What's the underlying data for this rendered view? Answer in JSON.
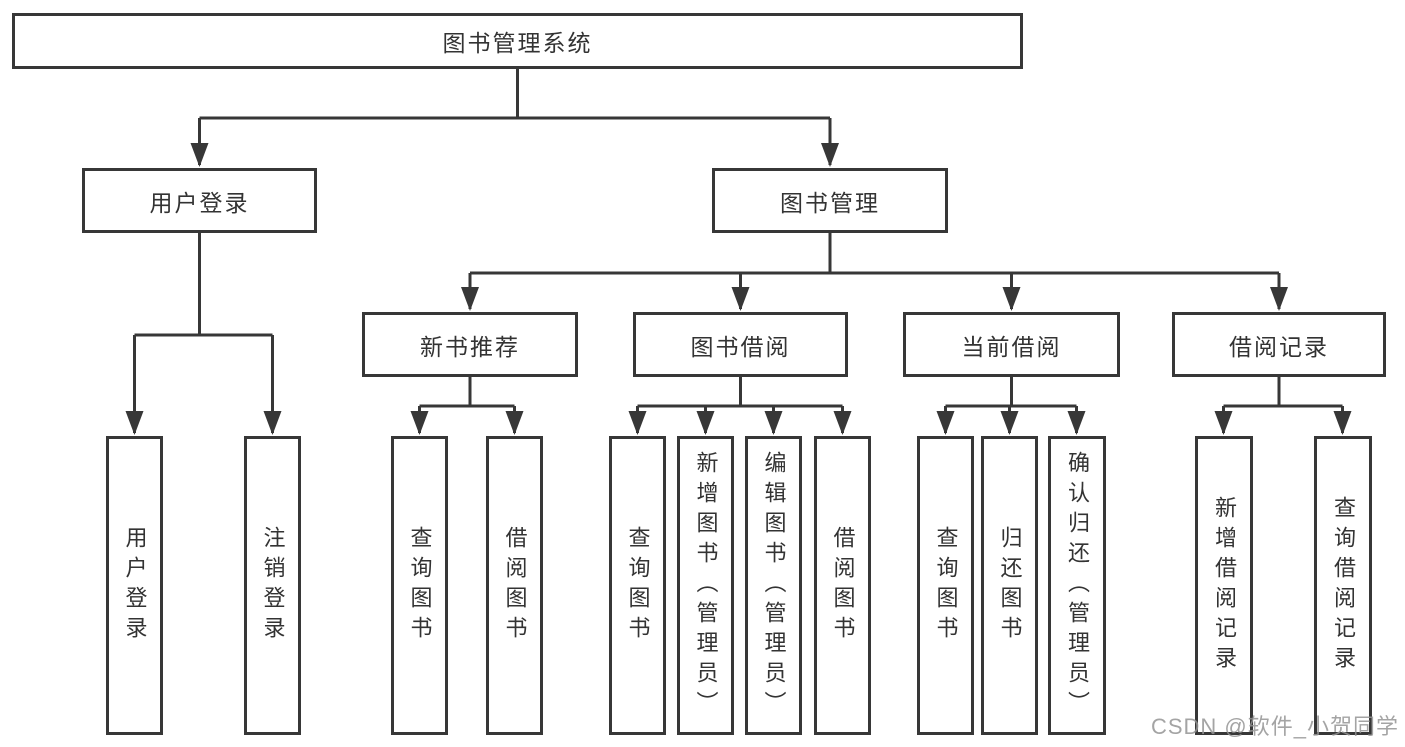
{
  "colors": {
    "line": "#373737",
    "text": "#333333",
    "watermark": "#949494",
    "background": "#ffffff"
  },
  "watermark": {
    "text": "CSDN @软件_小贺同学"
  },
  "tree": {
    "root": "图书管理系统",
    "branches": [
      {
        "label": "用户登录",
        "children": [
          "用户登录",
          "注销登录"
        ]
      },
      {
        "label": "图书管理",
        "sections": [
          {
            "label": "新书推荐",
            "children": [
              "查询图书",
              "借阅图书"
            ]
          },
          {
            "label": "图书借阅",
            "children": [
              "查询图书",
              "新增图书（管理员）",
              "编辑图书（管理员）",
              "借阅图书"
            ]
          },
          {
            "label": "当前借阅",
            "children": [
              "查询图书",
              "归还图书",
              "确认归还（管理员）"
            ]
          },
          {
            "label": "借阅记录",
            "children": [
              "新增借阅记录",
              "查询借阅记录"
            ]
          }
        ]
      }
    ]
  }
}
